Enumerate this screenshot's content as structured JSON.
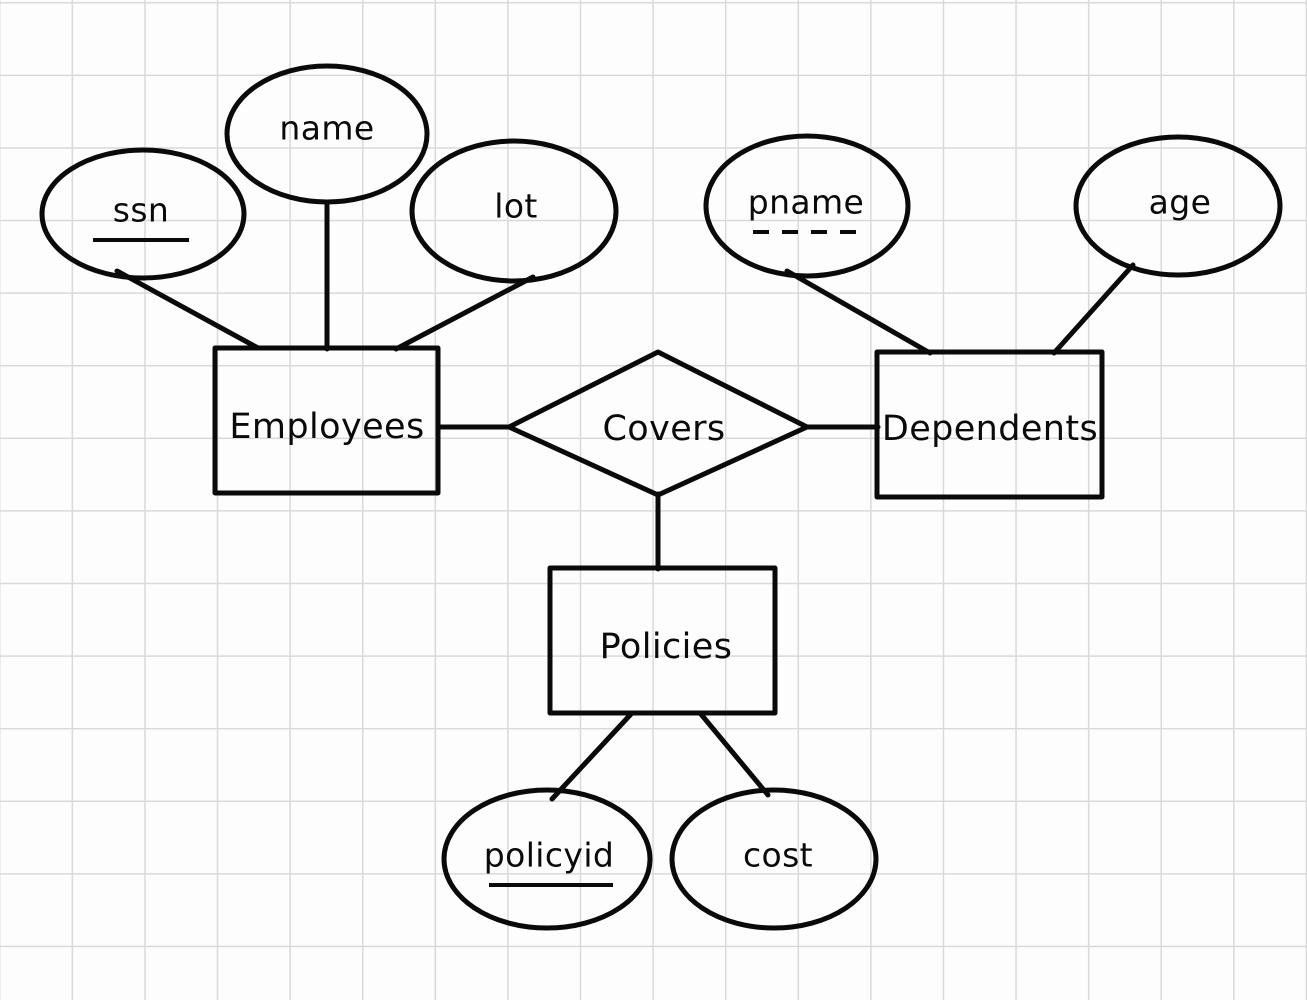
{
  "diagram": {
    "type": "er-diagram",
    "title": "Employees Covers Dependents ER Diagram",
    "background": "#fdfdfd",
    "grid_color": "#d9d9d9",
    "ink_color": "#0a0a0a",
    "entities": [
      {
        "id": "employees",
        "label": "Employees",
        "shape": "rectangle",
        "weak": false
      },
      {
        "id": "dependents",
        "label": "Dependents",
        "shape": "rectangle",
        "weak": false
      },
      {
        "id": "policies",
        "label": "Policies",
        "shape": "rectangle",
        "weak": false
      }
    ],
    "relationships": [
      {
        "id": "covers",
        "label": "Covers",
        "shape": "diamond"
      }
    ],
    "attributes": [
      {
        "id": "ssn",
        "label": "ssn",
        "owner": "employees",
        "key": "primary",
        "underline": "solid"
      },
      {
        "id": "name",
        "label": "name",
        "owner": "employees",
        "key": "none",
        "underline": "none"
      },
      {
        "id": "lot",
        "label": "lot",
        "owner": "employees",
        "key": "none",
        "underline": "none"
      },
      {
        "id": "pname",
        "label": "pname",
        "owner": "dependents",
        "key": "partial",
        "underline": "dashed"
      },
      {
        "id": "age",
        "label": "age",
        "owner": "dependents",
        "key": "none",
        "underline": "none"
      },
      {
        "id": "policyid",
        "label": "policyid",
        "owner": "policies",
        "key": "primary",
        "underline": "solid"
      },
      {
        "id": "cost",
        "label": "cost",
        "owner": "policies",
        "key": "none",
        "underline": "none"
      }
    ],
    "edges": [
      {
        "from": "ssn",
        "to": "employees"
      },
      {
        "from": "name",
        "to": "employees"
      },
      {
        "from": "lot",
        "to": "employees"
      },
      {
        "from": "employees",
        "to": "covers"
      },
      {
        "from": "covers",
        "to": "dependents"
      },
      {
        "from": "covers",
        "to": "policies"
      },
      {
        "from": "pname",
        "to": "dependents"
      },
      {
        "from": "age",
        "to": "dependents"
      },
      {
        "from": "policies",
        "to": "policyid"
      },
      {
        "from": "policies",
        "to": "cost"
      }
    ],
    "labels": {
      "employees": "Employees",
      "dependents": "Dependents",
      "policies": "Policies",
      "covers": "Covers",
      "ssn": "ssn",
      "name": "name",
      "lot": "lot",
      "pname": "pname",
      "age": "age",
      "policyid": "policyid",
      "cost": "cost"
    }
  }
}
